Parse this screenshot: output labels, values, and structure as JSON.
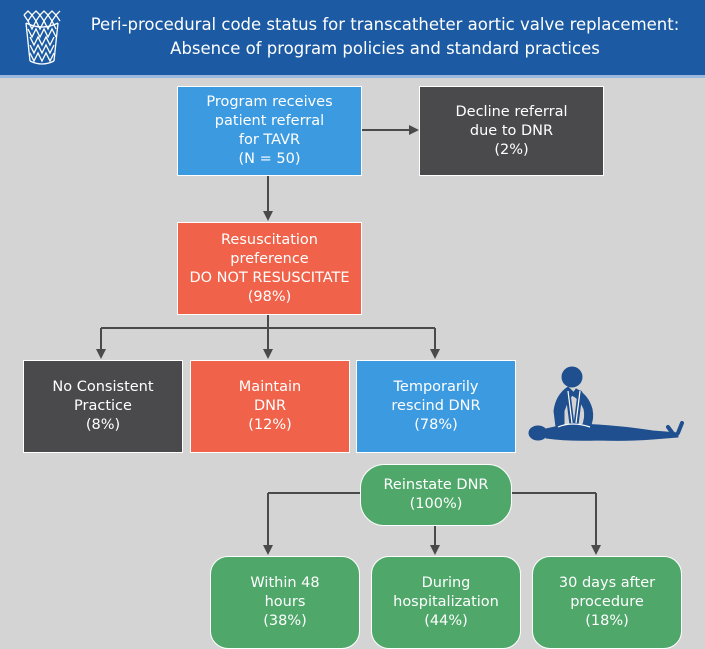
{
  "header": {
    "title_line1": "Peri-procedural code status for transcatheter aortic valve replacement:",
    "title_line2": "Absence of program policies and standard practices",
    "logo_icon": "tavr-valve-stent-icon",
    "background_color": "#1c5ba3"
  },
  "nodes": {
    "referral": {
      "line1": "Program receives",
      "line2": "patient referral",
      "line3": "for TAVR",
      "line4": "(N = 50)"
    },
    "decline": {
      "line1": "Decline referral",
      "line2": "due to DNR",
      "line3": "(2%)"
    },
    "preference": {
      "line1": "Resuscitation",
      "line2": "preference",
      "line3": "DO NOT RESUSCITATE",
      "line4": "(98%)"
    },
    "no_consistent": {
      "line1": "No Consistent",
      "line2": "Practice",
      "line3": "(8%)"
    },
    "maintain": {
      "line1": "Maintain",
      "line2": "DNR",
      "line3": "(12%)"
    },
    "rescind": {
      "line1": "Temporarily",
      "line2": "rescind DNR",
      "line3": "(78%)"
    },
    "reinstate": {
      "line1": "Reinstate DNR",
      "line2": "(100%)"
    },
    "within48": {
      "line1": "Within 48",
      "line2": "hours",
      "line3": "(38%)"
    },
    "during": {
      "line1": "During",
      "line2": "hospitalization",
      "line3": "(44%)"
    },
    "after30": {
      "line1": "30 days after",
      "line2": "procedure",
      "line3": "(18%)"
    }
  },
  "illustration": {
    "icon": "cpr-chest-compression-icon"
  },
  "colors": {
    "blue": "#3c9ae0",
    "dark_gray": "#4a4a4c",
    "orange": "#f0624a",
    "green": "#4fa86a",
    "arrow": "#4a4a4a",
    "background": "#d4d4d4",
    "illustration": "#1f4f8f"
  }
}
